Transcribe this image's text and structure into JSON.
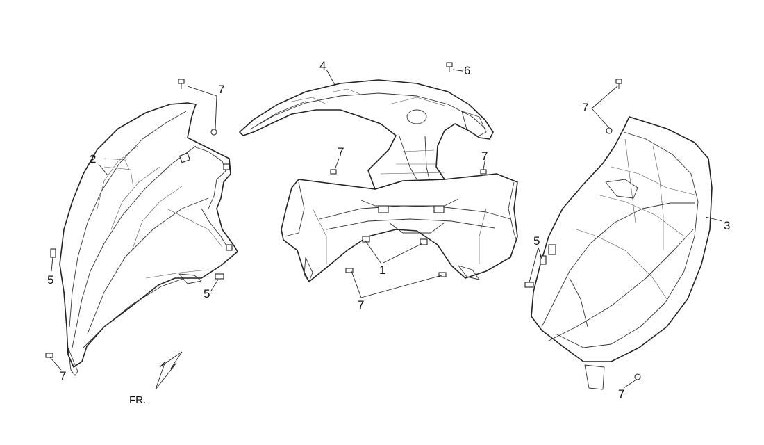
{
  "diagram": {
    "callouts": {
      "c1": "1",
      "c2": "2",
      "c3": "3",
      "c4": "4",
      "c5a": "5",
      "c5b": "5",
      "c5c": "5",
      "c6": "6",
      "c7a": "7",
      "c7b": "7",
      "c7c": "7",
      "c7d": "7",
      "c7e": "7",
      "c7f": "7",
      "c7g": "7"
    },
    "direction_label": "FR."
  }
}
